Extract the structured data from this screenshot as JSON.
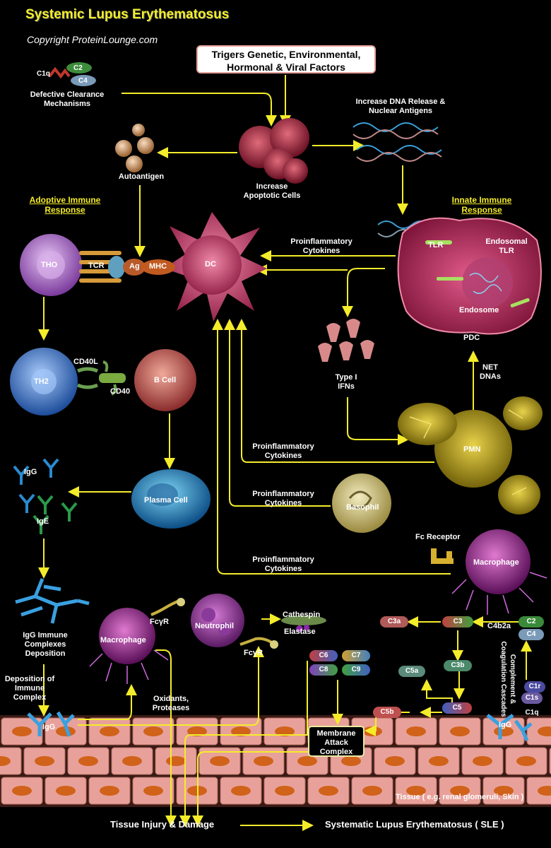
{
  "title": "Systemic Lupus Erythematosus",
  "copyright": "Copyright ProteinLounge.com",
  "nodes": {
    "triggers": "Trigers Genetic, Environmental, Hormonal & Viral Factors",
    "defective": "Defective Clearance Mechanisms",
    "dna_release": "Increase DNA Release & Nuclear Antigens",
    "autoantigen": "Autoantigen",
    "apoptotic": "Increase Apoptotic Cells",
    "adoptive": "Adoptive Immune Response",
    "innate": "Innate Immune Response",
    "tho": "THO",
    "tcr": "TCR",
    "ag": "Ag",
    "mhc": "MHC",
    "dc": "DC",
    "tlr": "TLR",
    "endosomal_tlr": "Endosomal TLR",
    "endosome": "Endosome",
    "pdc": "PDC",
    "th2": "TH2",
    "cd40l": "CD40L",
    "cd40": "CD40",
    "bcell": "B Cell",
    "type1": "Type I IFNs",
    "net": "NET DNAs",
    "pmn": "PMN",
    "igg": "IgG",
    "ige": "IgE",
    "plasma": "Plasma Cell",
    "basophil": "Basophil",
    "fc_receptor": "Fc Receptor",
    "macrophage": "Macrophage",
    "igg_complex": "IgG Immune Complexes Deposition",
    "deposition": "Deposition of Immune Complex",
    "igg_bottom": "IgG",
    "macrophage2": "Macrophage",
    "fcgr1": "FcγR",
    "neutrophil": "Neutrophil",
    "cathespin": "Cathespin",
    "elastase": "Elastase",
    "fcgr2": "FcγR",
    "oxidants": "Oxidants, Proteases",
    "mac": "Membrane Attack Complex",
    "complement": "Complement & Coagulation Cascades",
    "igg_tissue": "IgG",
    "tissue": "Tissue ( e.g. renal glomeruli, Skin )",
    "injury": "Tissue Injury & Damage",
    "sle": "Systematic Lupus Erythematosus ( SLE )",
    "c4b2a": "C4b2a",
    "c1q_top": "C1q",
    "c2_top": "C2",
    "c4_top": "C4"
  },
  "cytokines": [
    "Proinflammatory Cytokines",
    "Proinflammatory Cytokines",
    "Proinflammatory Cytokines",
    "Proinflammatory Cytokines"
  ],
  "complement_pills": {
    "c6": "C6",
    "c7": "C7",
    "c8": "C8",
    "c9": "C9",
    "c3a": "C3a",
    "c3": "C3",
    "c3b": "C3b",
    "c5a": "C5a",
    "c5": "C5",
    "c5b": "C5b",
    "c2": "C2",
    "c4": "C4",
    "c1r": "C1r",
    "c1s": "C1s",
    "c1q": "C1q"
  },
  "colors": {
    "title": "#f2ee2a",
    "arrow": "#f4ec2a",
    "dc": "#c2386a",
    "tho": "#b46fd0",
    "th2": "#3d7ad6",
    "bcell": "#c85a5a",
    "plasma": "#1f8fc4",
    "pmn": "#b59b10",
    "basophil": "#cfc27a",
    "macrophage": "#a12a9a",
    "tissue": "#e8a19a"
  }
}
